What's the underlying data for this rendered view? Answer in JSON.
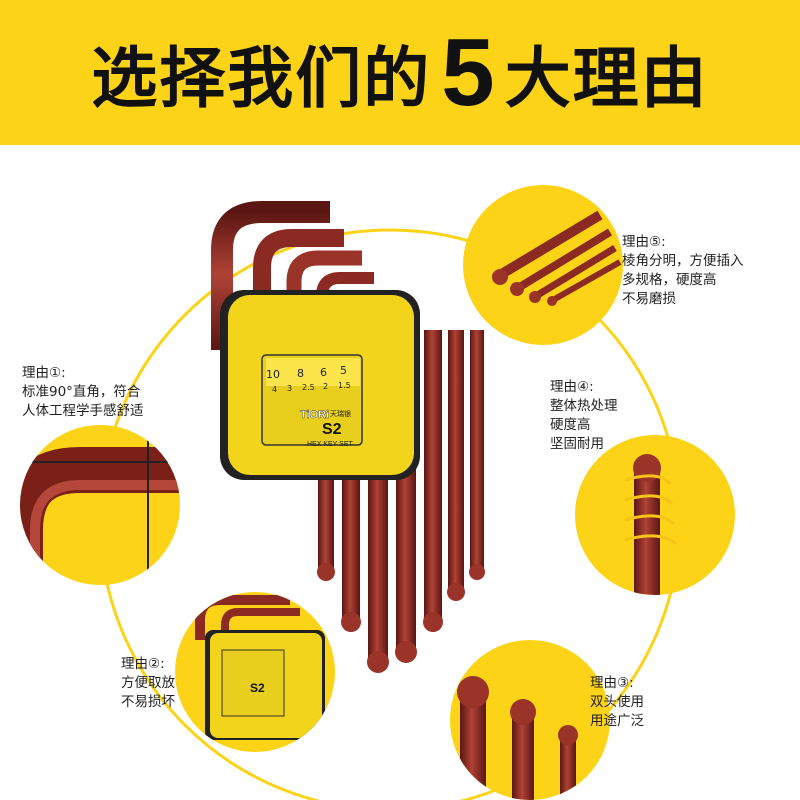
{
  "header": {
    "title_prefix": "选择我们的",
    "title_number": "5",
    "title_suffix": "大理由"
  },
  "product": {
    "brand": "TiORi",
    "brand_cn": "天瑞银",
    "grade": "S2",
    "set_name": "HEX KEY SET",
    "sizes_top": [
      "10",
      "8",
      "6",
      "5"
    ],
    "sizes_bottom": [
      "4",
      "3",
      "2.5",
      "2",
      "1.5"
    ]
  },
  "reasons": [
    {
      "heading": "理由①:",
      "lines": [
        "标准90°直角，符合",
        "人体工程学手感舒适"
      ]
    },
    {
      "heading": "理由②:",
      "lines": [
        "方便取放",
        "不易损坏"
      ]
    },
    {
      "heading": "理由③:",
      "lines": [
        "双头使用",
        "用途广泛"
      ]
    },
    {
      "heading": "理由④:",
      "lines": [
        "整体热处理",
        "硬度高",
        "坚固耐用"
      ]
    },
    {
      "heading": "理由⑤:",
      "lines": [
        "棱角分明，方便插入",
        "多规格，硬度高",
        "不易磨损"
      ]
    }
  ],
  "colors": {
    "accent_yellow": "#fcd316",
    "wrench_red": "#8e2a22",
    "text_dark": "#111111"
  }
}
